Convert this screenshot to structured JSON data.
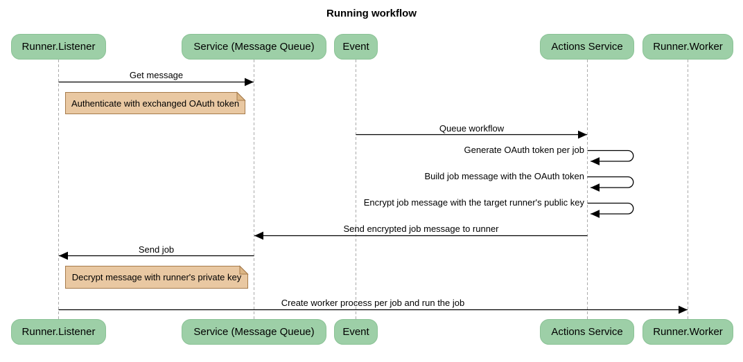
{
  "diagram": {
    "type": "sequence",
    "title": "Running workflow"
  },
  "actors": [
    {
      "name": "Runner.Listener"
    },
    {
      "name": "Service (Message Queue)"
    },
    {
      "name": "Event"
    },
    {
      "name": "Actions Service"
    },
    {
      "name": "Runner.Worker"
    }
  ],
  "messages": [
    {
      "text": "Get message",
      "from": "Runner.Listener",
      "to": "Service (Message Queue)",
      "kind": "solid-arrow"
    },
    {
      "text": "Queue workflow",
      "from": "Event",
      "to": "Actions Service",
      "kind": "solid-arrow"
    },
    {
      "text": "Generate OAuth token per job",
      "from": "Actions Service",
      "to": "Actions Service",
      "kind": "self-loop"
    },
    {
      "text": "Build job message with the OAuth token",
      "from": "Actions Service",
      "to": "Actions Service",
      "kind": "self-loop"
    },
    {
      "text": "Encrypt job message with the target runner's public key",
      "from": "Actions Service",
      "to": "Actions Service",
      "kind": "self-loop"
    },
    {
      "text": "Send encrypted job message to runner",
      "from": "Actions Service",
      "to": "Service (Message Queue)",
      "kind": "solid-arrow"
    },
    {
      "text": "Send job",
      "from": "Service (Message Queue)",
      "to": "Runner.Listener",
      "kind": "solid-arrow"
    },
    {
      "text": "Create worker process per job and run the job",
      "from": "Runner.Listener",
      "to": "Runner.Worker",
      "kind": "solid-arrow"
    }
  ],
  "notes": [
    {
      "text": "Authenticate with exchanged OAuth token",
      "position": "right of Runner.Listener"
    },
    {
      "text": "Decrypt message with runner's private key",
      "position": "right of Runner.Listener"
    }
  ],
  "colors": {
    "background": "#ffffff",
    "actor_fill": "#9dcfa7",
    "actor_border": "#8ac295",
    "actor_text": "#000000",
    "note_fill": "#e9c8a2",
    "note_fold": "#dcb686",
    "note_border": "#a57a4a",
    "lifeline": "#aaaaaa",
    "arrow": "#000000"
  }
}
